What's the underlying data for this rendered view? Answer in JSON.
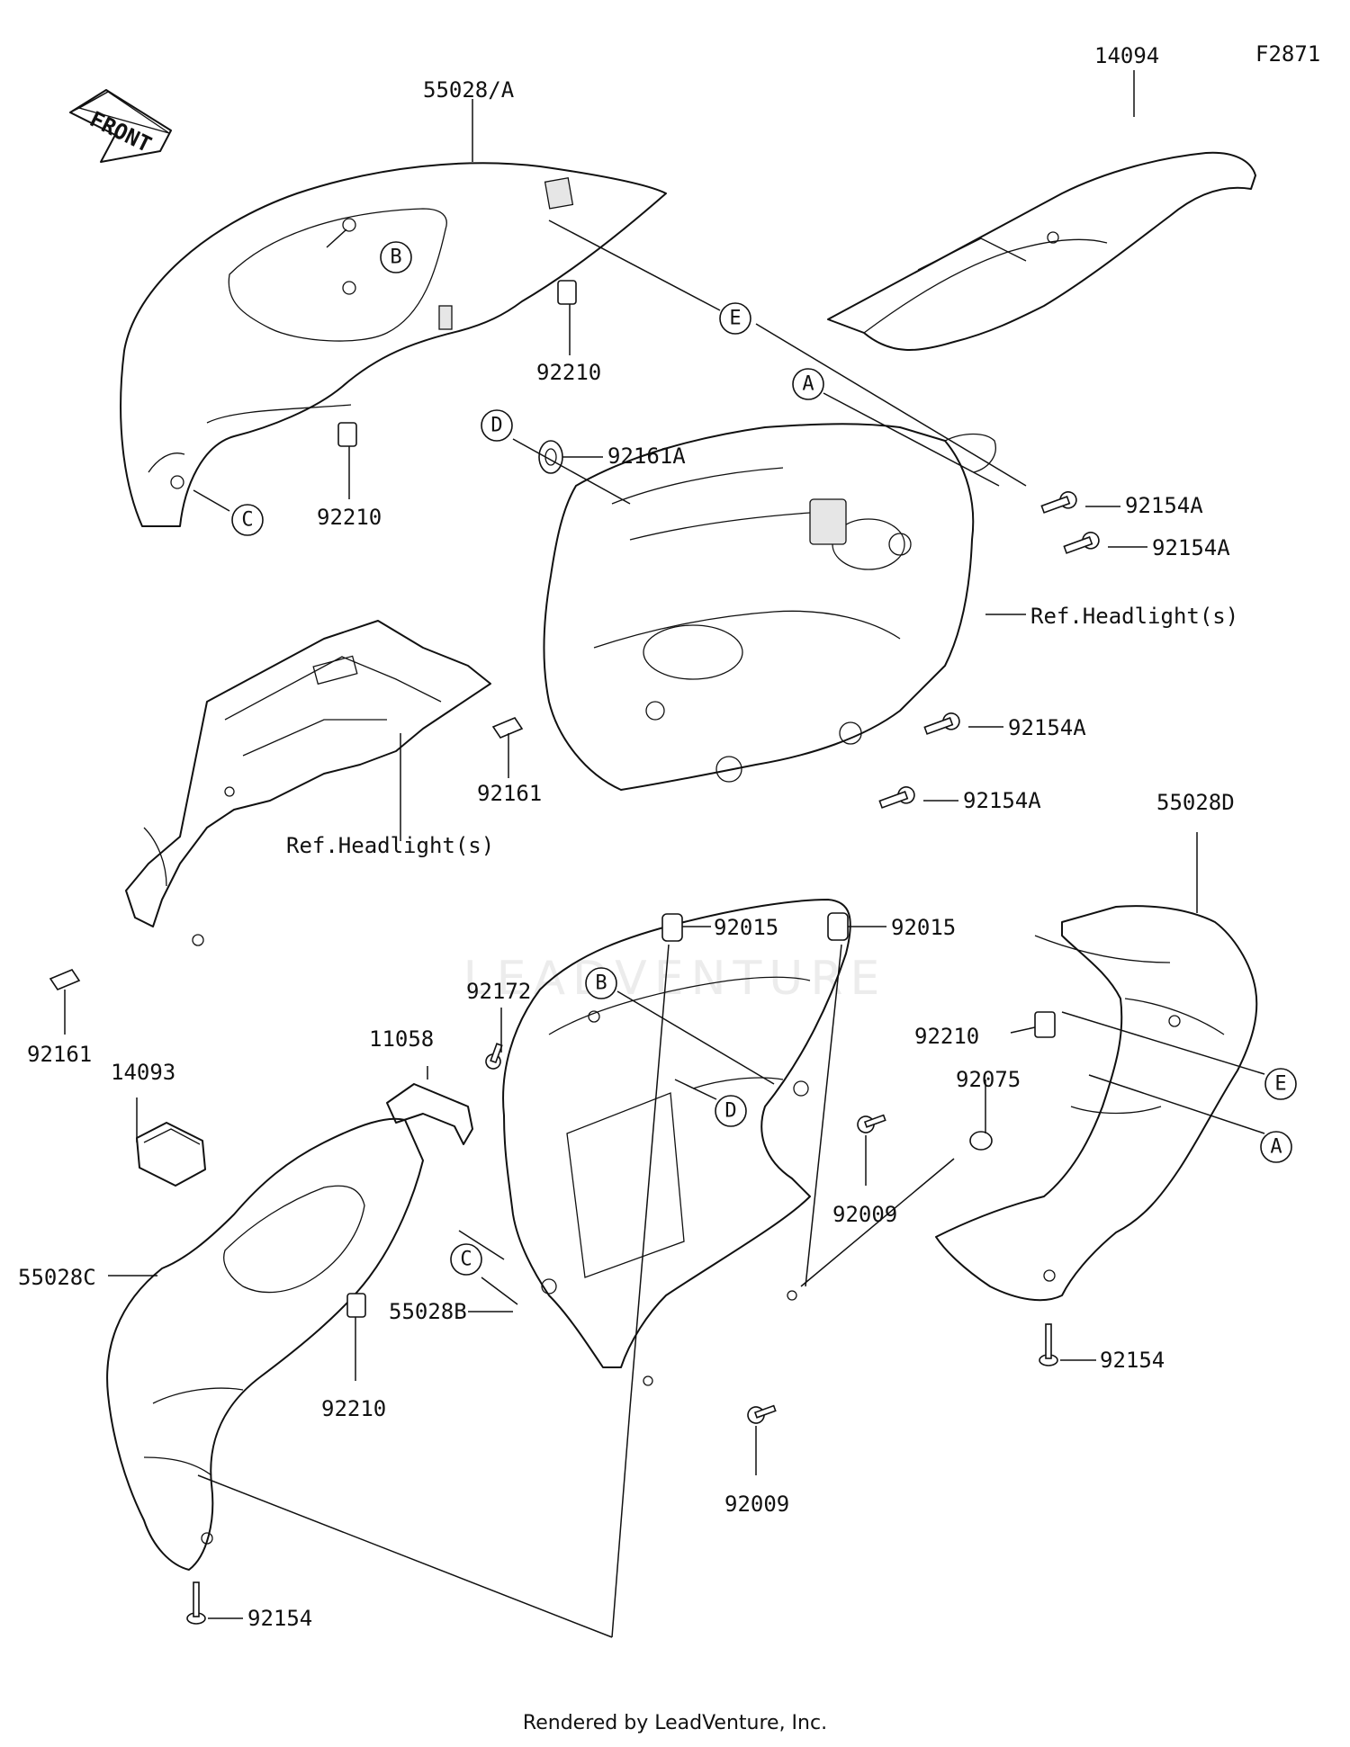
{
  "diagram": {
    "figure_code": "F2871",
    "front_label": "FRONT",
    "footer": "Rendered by LeadVenture, Inc.",
    "watermark": "LEADVENTURE",
    "part_labels": {
      "p55028_A": "55028/A",
      "p14094": "14094",
      "p92210_a": "92210",
      "p92210_b": "92210",
      "p92210_c": "92210",
      "p92210_d": "92210",
      "p92161A": "92161A",
      "p92154A_1": "92154A",
      "p92154A_2": "92154A",
      "p92154A_3": "92154A",
      "p92154A_4": "92154A",
      "ref_headlight_1": "Ref.Headlight(s)",
      "ref_headlight_2": "Ref.Headlight(s)",
      "p92161_a": "92161",
      "p92161_b": "92161",
      "p92015_a": "92015",
      "p92015_b": "92015",
      "p55028D": "55028D",
      "p92172": "92172",
      "p11058": "11058",
      "p14093": "14093",
      "p92075": "92075",
      "p92009_a": "92009",
      "p92009_b": "92009",
      "p55028C": "55028C",
      "p55028B": "55028B",
      "p92154_a": "92154",
      "p92154_b": "92154"
    },
    "callouts": {
      "B_top": "B",
      "C_top": "C",
      "E_top": "E",
      "A_top": "A",
      "D_top": "D",
      "B_mid": "B",
      "D_mid": "D",
      "C_mid": "C",
      "E_right": "E",
      "A_right": "A"
    }
  }
}
